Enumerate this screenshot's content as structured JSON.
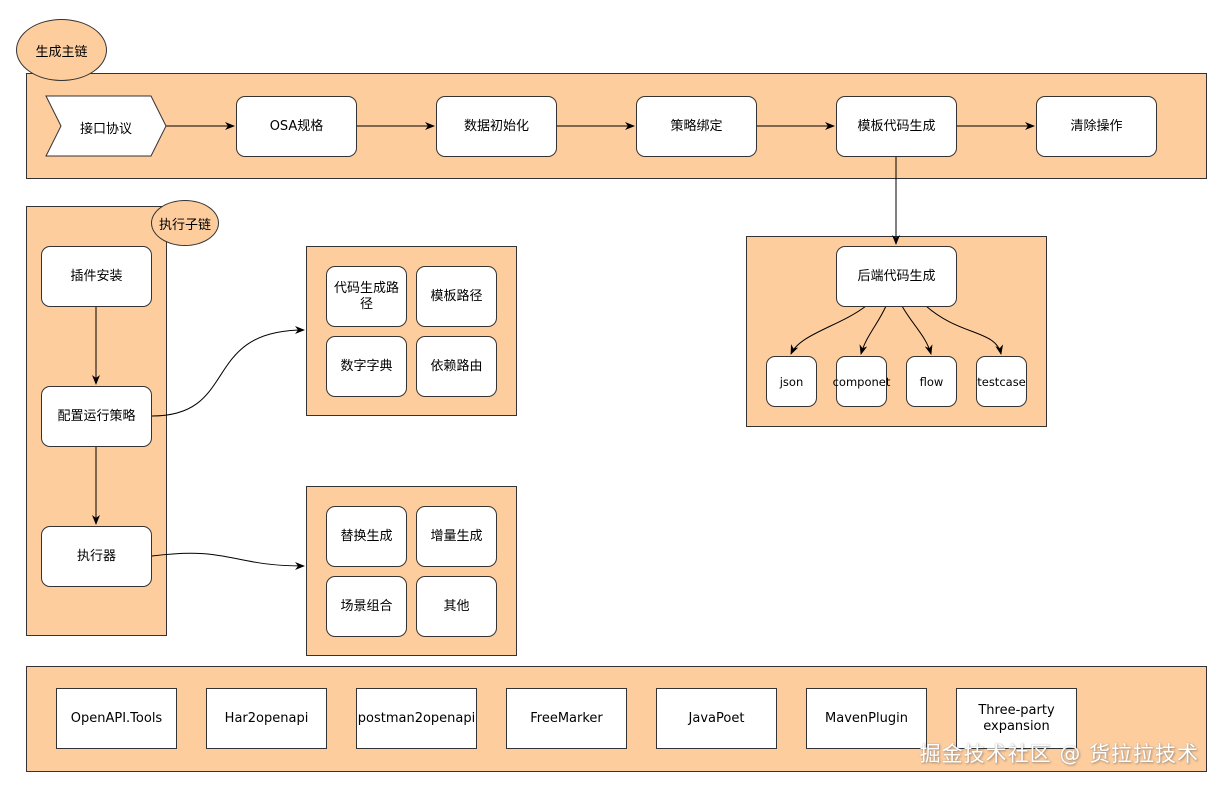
{
  "main_chain": {
    "label": "生成主链",
    "steps": [
      "接口协议",
      "OSA规格",
      "数据初始化",
      "策略绑定",
      "模板代码生成",
      "清除操作"
    ]
  },
  "sub_chain": {
    "label": "执行子链",
    "steps": [
      "插件安装",
      "配置运行策略",
      "执行器"
    ]
  },
  "strategy_box": {
    "items": [
      "代码生成路径",
      "模板路径",
      "数字字典",
      "依赖路由"
    ]
  },
  "executor_box": {
    "items": [
      "替换生成",
      "增量生成",
      "场景组合",
      "其他"
    ]
  },
  "backend_box": {
    "title": "后端代码生成",
    "items": [
      "json",
      "componet",
      "flow",
      "testcase"
    ]
  },
  "tools": [
    "OpenAPI.Tools",
    "Har2openapi",
    "postman2openapi",
    "FreeMarker",
    "JavaPoet",
    "MavenPlugin",
    "Three-party expansion"
  ],
  "watermark": "掘金技术社区 @ 货拉拉技术",
  "colors": {
    "panel": "#fdcd9e",
    "node": "#ffffff",
    "stroke": "#333333"
  }
}
